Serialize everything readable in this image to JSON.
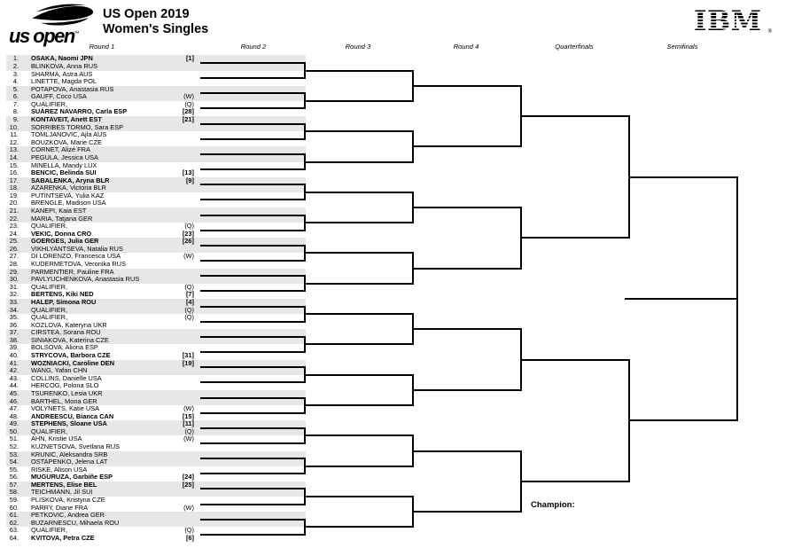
{
  "header": {
    "logo_text": "us open",
    "logo_tm": "™",
    "title_line1": "US Open 2019",
    "title_line2": "Women's Singles",
    "sponsor_logo": "IBM",
    "sponsor_reg_mark": "®"
  },
  "round_headers": [
    "Round 1",
    "Round 2",
    "Round 3",
    "Round 4",
    "Quarterfinals",
    "Semifinals"
  ],
  "champion_label": "Champion:",
  "colors": {
    "line": "#000000",
    "band": "#e7e7e7",
    "text": "#000000"
  },
  "players": [
    {
      "no": "1.",
      "name": "OSAKA, Naomi JPN",
      "marker": "[1]",
      "seeded": true
    },
    {
      "no": "2.",
      "name": "BLINKOVA, Anna RUS",
      "marker": "",
      "seeded": false
    },
    {
      "no": "3.",
      "name": "SHARMA, Astra AUS",
      "marker": "",
      "seeded": false
    },
    {
      "no": "4.",
      "name": "LINETTE, Magda POL",
      "marker": "",
      "seeded": false
    },
    {
      "no": "5.",
      "name": "POTAPOVA, Anastasia RUS",
      "marker": "",
      "seeded": false
    },
    {
      "no": "6.",
      "name": "GAUFF, Coco USA",
      "marker": "(W)",
      "seeded": false
    },
    {
      "no": "7.",
      "name": "QUALIFIER,",
      "marker": "(Q)",
      "seeded": false
    },
    {
      "no": "8.",
      "name": "SUÁREZ NAVARRO, Carla ESP",
      "marker": "[28]",
      "seeded": true
    },
    {
      "no": "9.",
      "name": "KONTAVEIT, Anett EST",
      "marker": "[21]",
      "seeded": true
    },
    {
      "no": "10.",
      "name": "SORRIBES TORMO, Sara ESP",
      "marker": "",
      "seeded": false
    },
    {
      "no": "11.",
      "name": "TOMLJANOVIC, Ajla AUS",
      "marker": "",
      "seeded": false
    },
    {
      "no": "12.",
      "name": "BOUZKOVA, Marie CZE",
      "marker": "",
      "seeded": false
    },
    {
      "no": "13.",
      "name": "CORNET, Alizé FRA",
      "marker": "",
      "seeded": false
    },
    {
      "no": "14.",
      "name": "PEGULA, Jessica USA",
      "marker": "",
      "seeded": false
    },
    {
      "no": "15.",
      "name": "MINELLA, Mandy LUX",
      "marker": "",
      "seeded": false
    },
    {
      "no": "16.",
      "name": "BENCIC, Belinda SUI",
      "marker": "[13]",
      "seeded": true
    },
    {
      "no": "17.",
      "name": "SABALENKA, Aryna BLR",
      "marker": "[9]",
      "seeded": true
    },
    {
      "no": "18.",
      "name": "AZARENKA, Victoria BLR",
      "marker": "",
      "seeded": false
    },
    {
      "no": "19.",
      "name": "PUTINTSEVA, Yulia KAZ",
      "marker": "",
      "seeded": false
    },
    {
      "no": "20.",
      "name": "BRENGLE, Madison USA",
      "marker": "",
      "seeded": false
    },
    {
      "no": "21.",
      "name": "KANEPI, Kaia EST",
      "marker": "",
      "seeded": false
    },
    {
      "no": "22.",
      "name": "MARIA, Tatjana GER",
      "marker": "",
      "seeded": false
    },
    {
      "no": "23.",
      "name": "QUALIFIER,",
      "marker": "(Q)",
      "seeded": false
    },
    {
      "no": "24.",
      "name": "VEKIC, Donna CRO",
      "marker": "[23]",
      "seeded": true
    },
    {
      "no": "25.",
      "name": "GOERGES, Julia GER",
      "marker": "[26]",
      "seeded": true
    },
    {
      "no": "26.",
      "name": "VIKHLYANTSEVA, Natalia RUS",
      "marker": "",
      "seeded": false
    },
    {
      "no": "27.",
      "name": "DI LORENZO, Francesca USA",
      "marker": "(W)",
      "seeded": false
    },
    {
      "no": "28.",
      "name": "KUDERMETOVA, Veronika RUS",
      "marker": "",
      "seeded": false
    },
    {
      "no": "29.",
      "name": "PARMENTIER, Pauline FRA",
      "marker": "",
      "seeded": false
    },
    {
      "no": "30.",
      "name": "PAVLYUCHENKOVA, Anastasia RUS",
      "marker": "",
      "seeded": false
    },
    {
      "no": "31.",
      "name": "QUALIFIER,",
      "marker": "(Q)",
      "seeded": false
    },
    {
      "no": "32.",
      "name": "BERTENS, Kiki NED",
      "marker": "[7]",
      "seeded": true
    },
    {
      "no": "33.",
      "name": "HALEP, Simona ROU",
      "marker": "[4]",
      "seeded": true
    },
    {
      "no": "34.",
      "name": "QUALIFIER,",
      "marker": "(Q)",
      "seeded": false
    },
    {
      "no": "35.",
      "name": "QUALIFIER,",
      "marker": "(Q)",
      "seeded": false
    },
    {
      "no": "36.",
      "name": "KOZLOVA, Kateryna UKR",
      "marker": "",
      "seeded": false
    },
    {
      "no": "37.",
      "name": "CIRSTEA, Sorana ROU",
      "marker": "",
      "seeded": false
    },
    {
      "no": "38.",
      "name": "SINIAKOVA, Katerina CZE",
      "marker": "",
      "seeded": false
    },
    {
      "no": "39.",
      "name": "BOLSOVA, Aliona ESP",
      "marker": "",
      "seeded": false
    },
    {
      "no": "40.",
      "name": "STRYCOVA, Barbora CZE",
      "marker": "[31]",
      "seeded": true
    },
    {
      "no": "41.",
      "name": "WOZNIACKI, Caroline DEN",
      "marker": "[19]",
      "seeded": true
    },
    {
      "no": "42.",
      "name": "WANG, Yafan CHN",
      "marker": "",
      "seeded": false
    },
    {
      "no": "43.",
      "name": "COLLINS, Danielle USA",
      "marker": "",
      "seeded": false
    },
    {
      "no": "44.",
      "name": "HERCOG, Polona SLO",
      "marker": "",
      "seeded": false
    },
    {
      "no": "45.",
      "name": "TSURENKO, Lesia UKR",
      "marker": "",
      "seeded": false
    },
    {
      "no": "46.",
      "name": "BARTHEL, Mona GER",
      "marker": "",
      "seeded": false
    },
    {
      "no": "47.",
      "name": "VOLYNETS, Katie USA",
      "marker": "(W)",
      "seeded": false
    },
    {
      "no": "48.",
      "name": "ANDREESCU, Bianca CAN",
      "marker": "[15]",
      "seeded": true
    },
    {
      "no": "49.",
      "name": "STEPHENS, Sloane USA",
      "marker": "[11]",
      "seeded": true
    },
    {
      "no": "50.",
      "name": "QUALIFIER,",
      "marker": "(Q)",
      "seeded": false
    },
    {
      "no": "51.",
      "name": "AHN, Kristie USA",
      "marker": "(W)",
      "seeded": false
    },
    {
      "no": "52.",
      "name": "KUZNETSOVA, Svetlana RUS",
      "marker": "",
      "seeded": false
    },
    {
      "no": "53.",
      "name": "KRUNIC, Aleksandra SRB",
      "marker": "",
      "seeded": false
    },
    {
      "no": "54.",
      "name": "OSTAPENKO, Jelena LAT",
      "marker": "",
      "seeded": false
    },
    {
      "no": "55.",
      "name": "RISKE, Alison USA",
      "marker": "",
      "seeded": false
    },
    {
      "no": "56.",
      "name": "MUGURUZA, Garbiñe ESP",
      "marker": "[24]",
      "seeded": true
    },
    {
      "no": "57.",
      "name": "MERTENS, Elise BEL",
      "marker": "[25]",
      "seeded": true
    },
    {
      "no": "58.",
      "name": "TEICHMANN, Jil SUI",
      "marker": "",
      "seeded": false
    },
    {
      "no": "59.",
      "name": "PLISKOVA, Kristyna CZE",
      "marker": "",
      "seeded": false
    },
    {
      "no": "60.",
      "name": "PARRY, Diane FRA",
      "marker": "(W)",
      "seeded": false
    },
    {
      "no": "61.",
      "name": "PETKOVIC, Andrea GER",
      "marker": "",
      "seeded": false
    },
    {
      "no": "62.",
      "name": "BUZARNESCU, Mihaela ROU",
      "marker": "",
      "seeded": false
    },
    {
      "no": "63.",
      "name": "QUALIFIER,",
      "marker": "(Q)",
      "seeded": false
    },
    {
      "no": "64.",
      "name": "KVITOVA, Petra CZE",
      "marker": "[6]",
      "seeded": true
    }
  ]
}
